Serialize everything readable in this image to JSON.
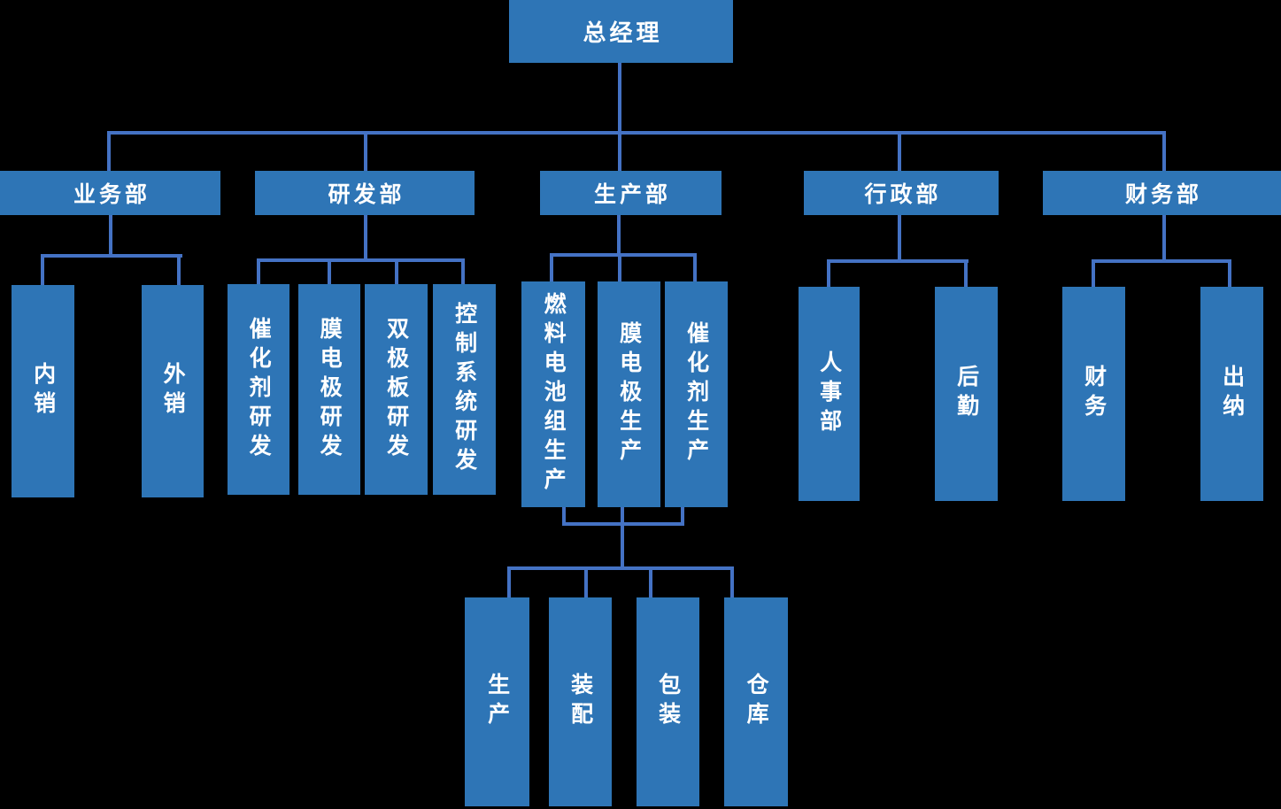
{
  "colors": {
    "background": "#000000",
    "node_fill": "#2E75B6",
    "connector": "#4472C4",
    "text": "#FFFFFF"
  },
  "chart": {
    "type": "org-chart",
    "root": {
      "label": "总经理"
    },
    "departments": [
      {
        "label": "业务部",
        "children": [
          "内销",
          "外销"
        ]
      },
      {
        "label": "研发部",
        "children": [
          "催化剂研发",
          "膜电极研发",
          "双极板研发",
          "控制系统研发"
        ]
      },
      {
        "label": "生产部",
        "children": [
          "燃料电池组生产",
          "膜电极生产",
          "催化剂生产"
        ]
      },
      {
        "label": "行政部",
        "children": [
          "人事部",
          "后勤"
        ]
      },
      {
        "label": "财务部",
        "children": [
          "财务",
          "出纳"
        ]
      }
    ],
    "production_sub_units": [
      "生产",
      "装配",
      "包装",
      "仓库"
    ]
  }
}
